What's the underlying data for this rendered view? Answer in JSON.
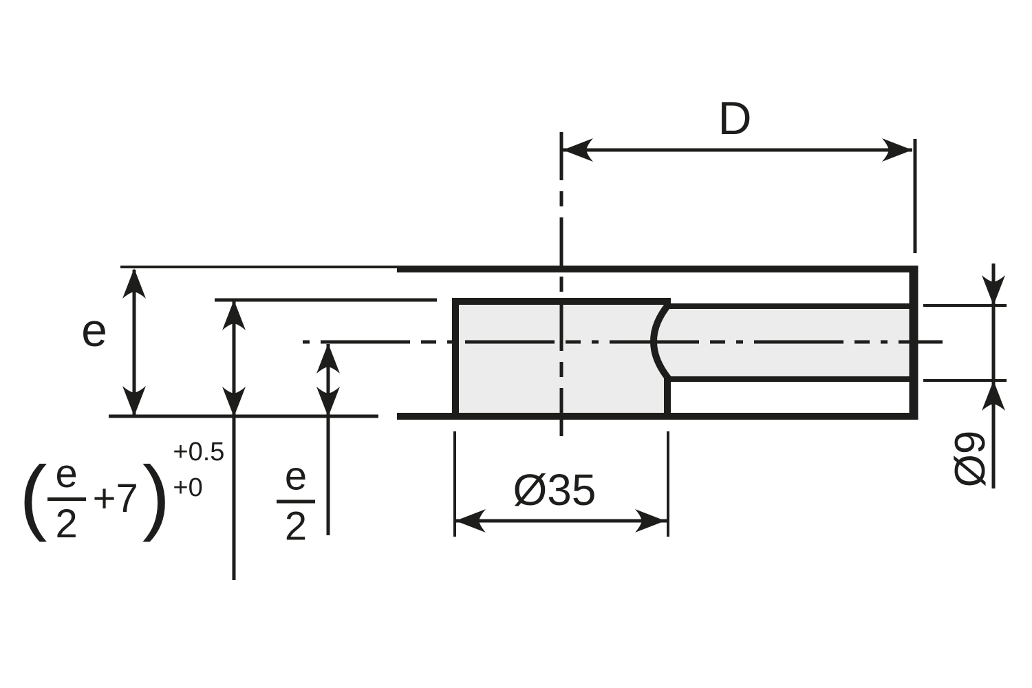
{
  "drawing": {
    "labels": {
      "d": "D",
      "e": "e",
      "dia35": "Ø35",
      "dia9": "Ø9"
    },
    "e_half_label": {
      "num": "e",
      "den": "2"
    },
    "formula_label": {
      "open": "(",
      "num": "e",
      "den": "2",
      "plus": "+7",
      "close": ")",
      "tol_upper": "+0.5",
      "tol_lower": "+0"
    },
    "colors": {
      "ink": "#1d1d1b",
      "fill": "#ececec",
      "bg": "#ffffff"
    }
  }
}
